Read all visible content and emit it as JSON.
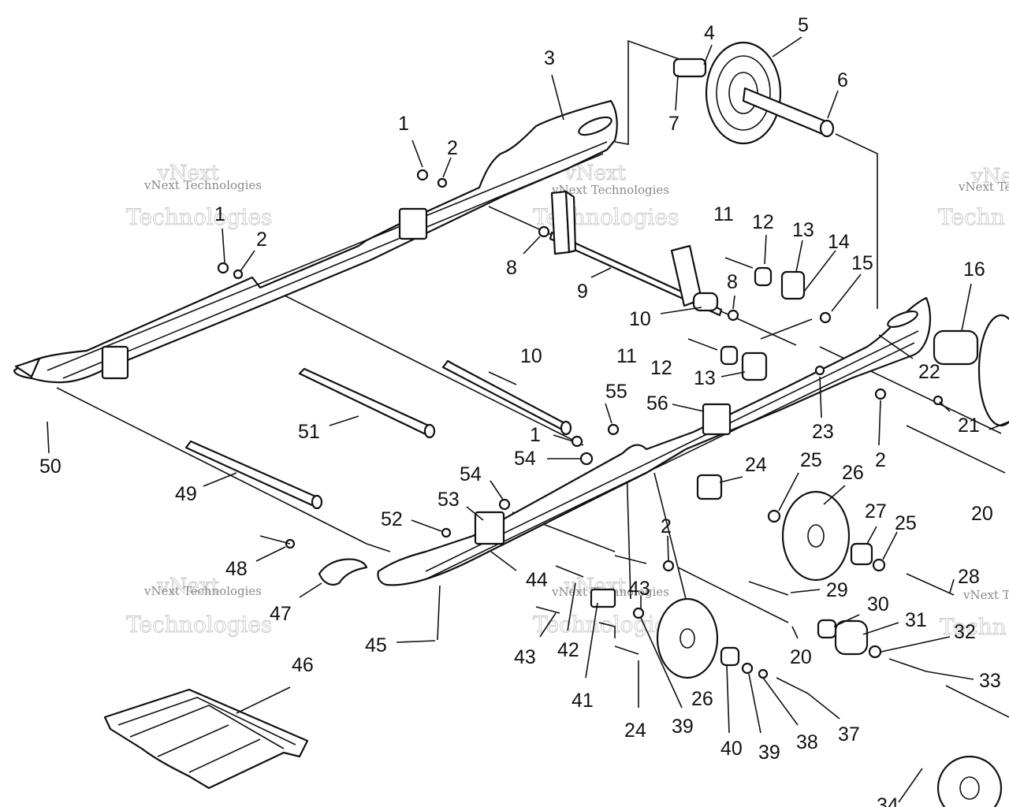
{
  "watermark": {
    "line1": "vNext",
    "line2": "vNext Technologies",
    "line3": "Technologies",
    "partial1": "vNext",
    "partial2": "vNext Te",
    "partial3": "Techn"
  },
  "callouts": {
    "c1a": "1",
    "c2a": "2",
    "c3": "3",
    "c4": "4",
    "c5": "5",
    "c6": "6",
    "c7": "7",
    "c1b": "1",
    "c2b": "2",
    "c8a": "8",
    "c9": "9",
    "c10a": "10",
    "c11a": "11",
    "c12a": "12",
    "c13a": "13",
    "c14": "14",
    "c15": "15",
    "c16": "16",
    "c8b": "8",
    "c11b": "11",
    "c12b": "12",
    "c13b": "13",
    "c10b": "10",
    "c51": "51",
    "c50": "50",
    "c49": "49",
    "c55": "55",
    "c56": "56",
    "c1c": "1",
    "c54a": "54",
    "c54b": "54",
    "c53": "53",
    "c52": "52",
    "c48": "48",
    "c47": "47",
    "c44": "44",
    "c45": "45",
    "c46": "46",
    "c22": "22",
    "c21": "21",
    "c23": "23",
    "c2c": "2",
    "c20a": "20",
    "c24a": "24",
    "c25a": "25",
    "c26a": "26",
    "c27": "27",
    "c25b": "25",
    "c28": "28",
    "c29": "29",
    "c2d": "2",
    "c30": "30",
    "c31": "31",
    "c32": "32",
    "c33": "33",
    "c20b": "20",
    "c43a": "43",
    "c43b": "43",
    "c42": "42",
    "c41": "41",
    "c24b": "24",
    "c39a": "39",
    "c26b": "26",
    "c40": "40",
    "c39b": "39",
    "c38": "38",
    "c37": "37",
    "c34": "34"
  }
}
